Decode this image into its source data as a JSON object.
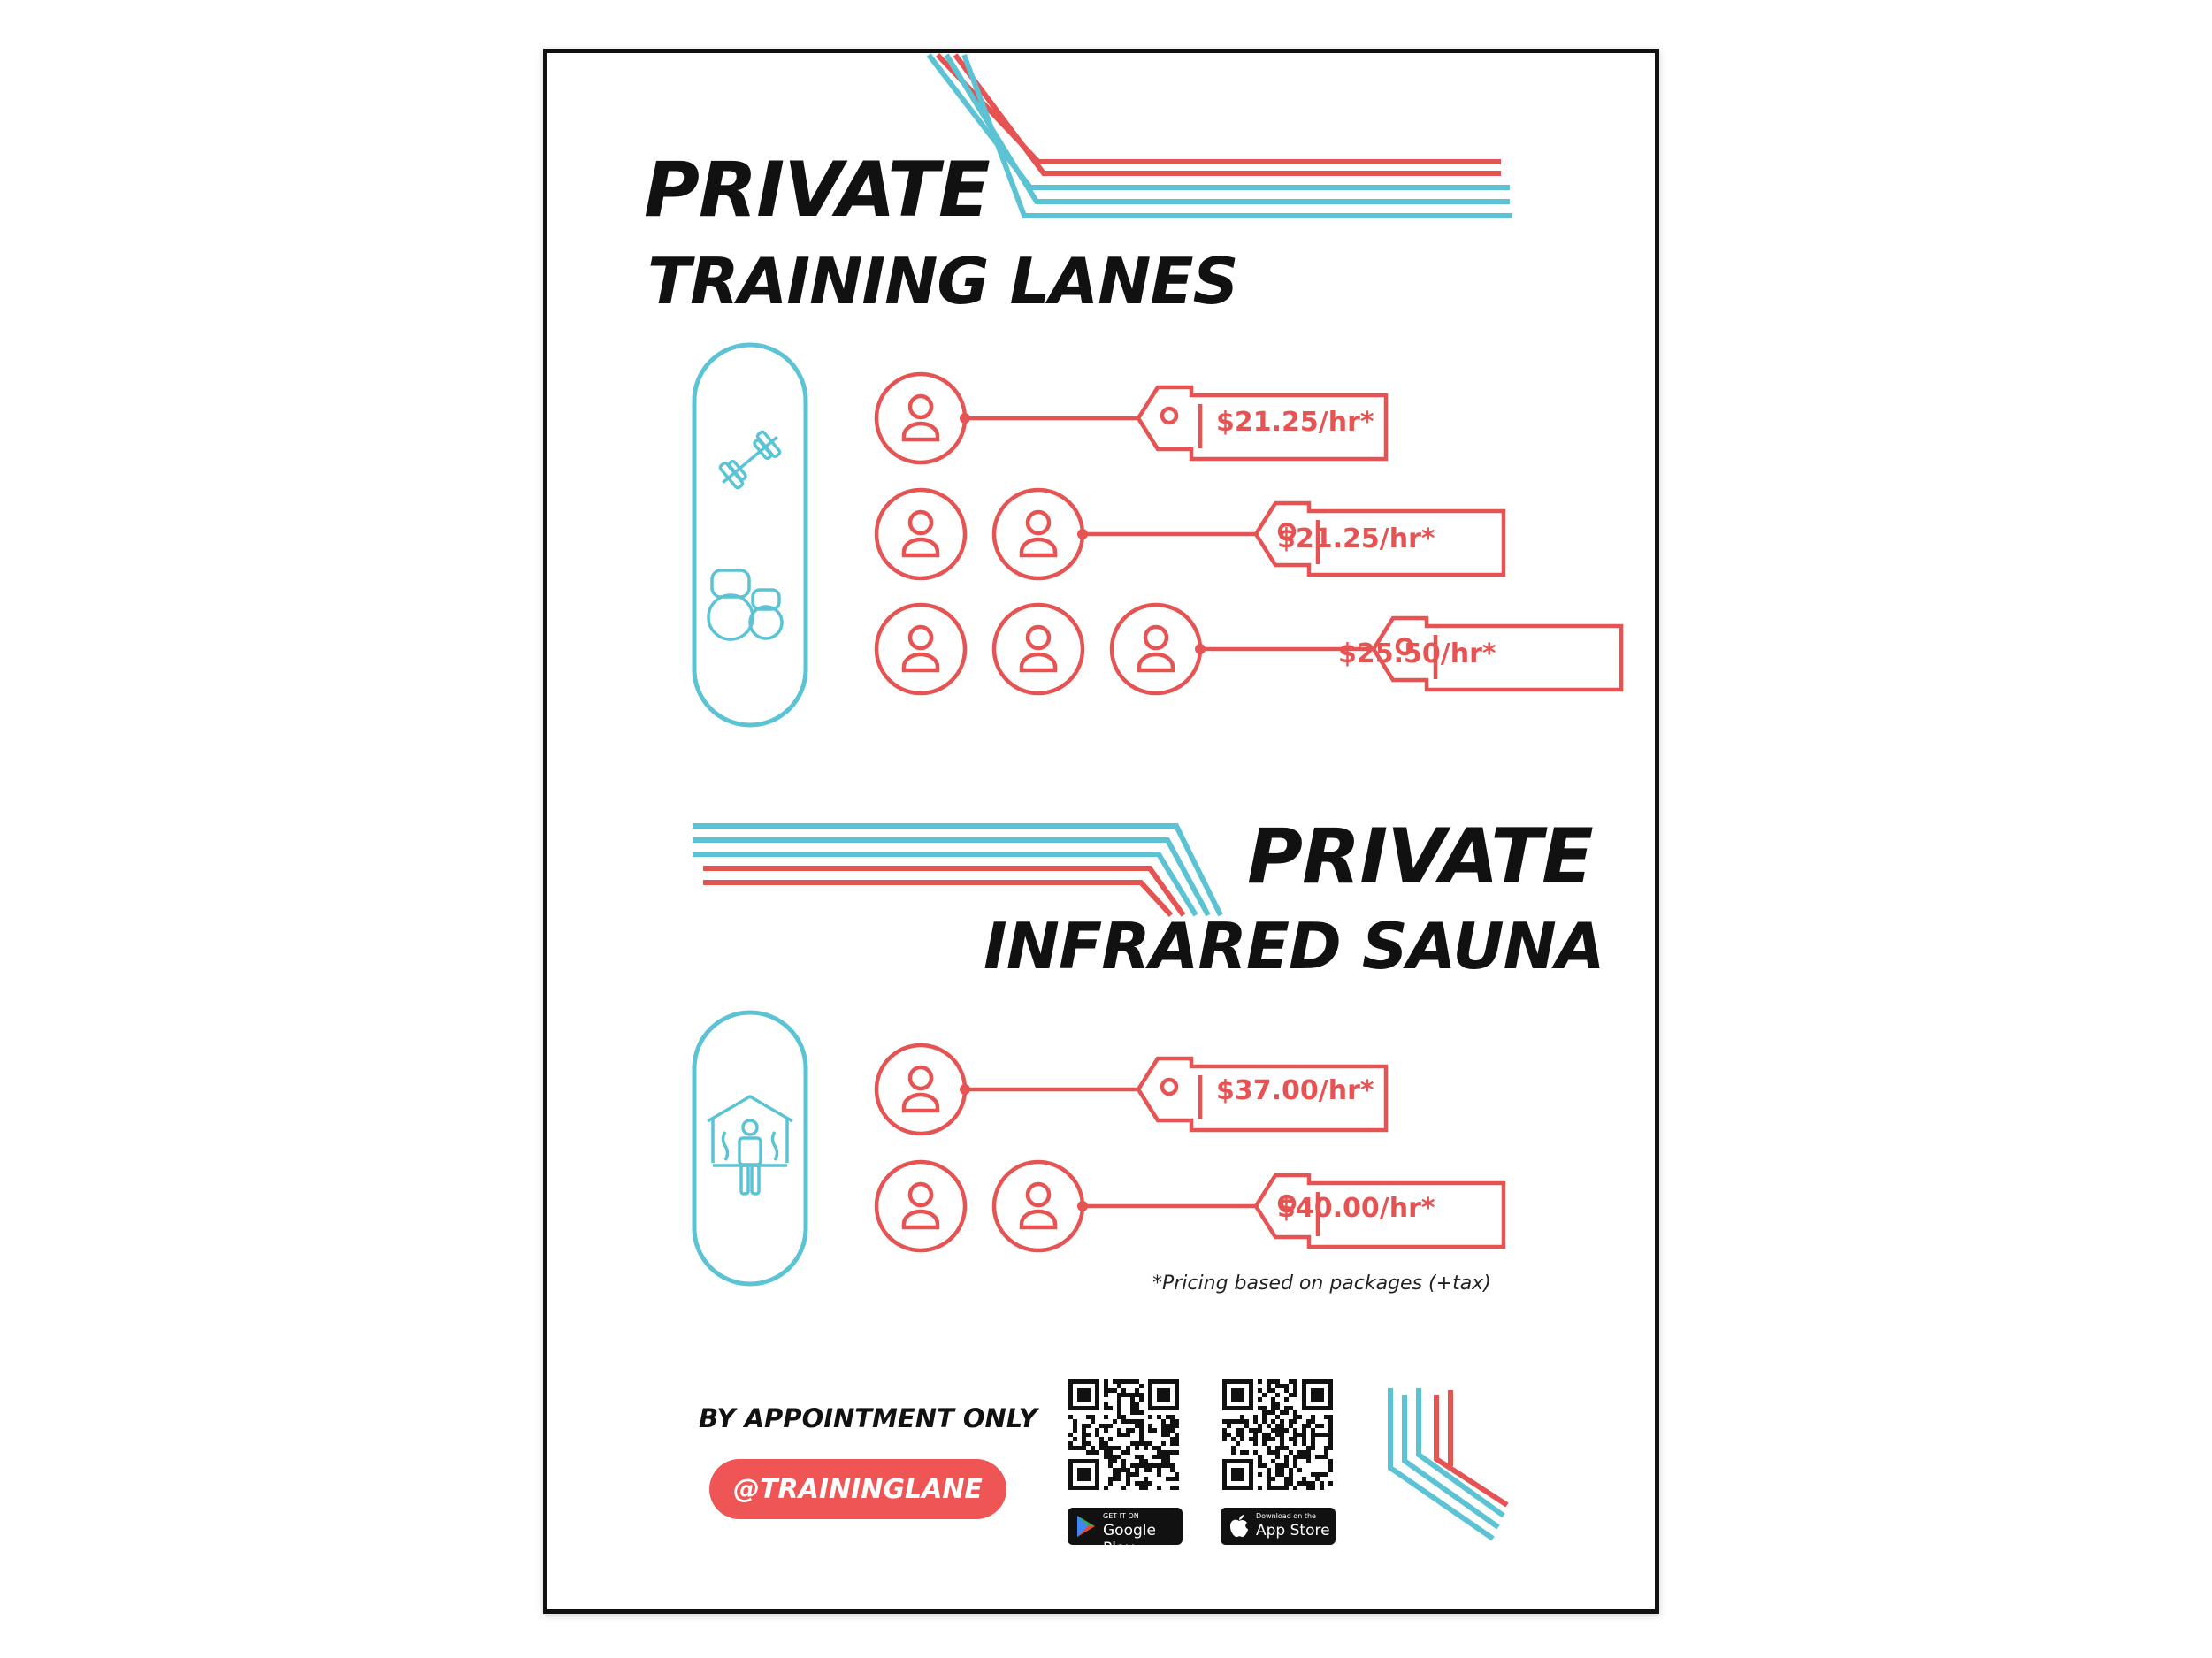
{
  "sections": [
    {
      "title_line1": "PRIVATE",
      "title_line2": "TRAINING LANES",
      "icons": [
        "barbell-icon",
        "kettlebell-icon"
      ],
      "rows": [
        {
          "people": 1,
          "price": "$21.25/hr*"
        },
        {
          "people": 2,
          "price": "$21.25/hr*"
        },
        {
          "people": 3,
          "price": "$25.50/hr*"
        }
      ]
    },
    {
      "title_line1": "PRIVATE",
      "title_line2": "INFRARED SAUNA",
      "icons": [
        "sauna-person-icon"
      ],
      "rows": [
        {
          "people": 1,
          "price": "$37.00/hr*"
        },
        {
          "people": 2,
          "price": "$40.00/hr*"
        }
      ]
    }
  ],
  "footnote": "*Pricing based on packages (+tax)",
  "footer": {
    "appointment": "BY APPOINTMENT ONLY",
    "handle": "@TRAININGLANE",
    "google_play": {
      "small": "GET IT ON",
      "big": "Google Play"
    },
    "app_store": {
      "small": "Download on the",
      "big": "App Store"
    }
  },
  "colors": {
    "red": "#e65353",
    "blue": "#5bc3d4",
    "dark": "#111111"
  }
}
